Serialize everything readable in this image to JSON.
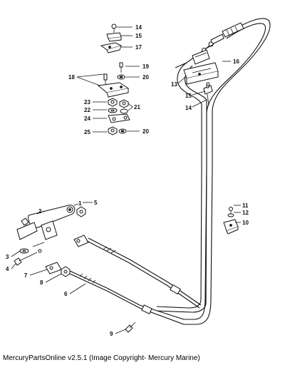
{
  "callouts": {
    "c1": "1",
    "c2": "2",
    "c3": "3",
    "c4": "4",
    "c5": "5",
    "c6": "6",
    "c7": "7",
    "c8": "8",
    "c9": "9",
    "c10": "10",
    "c11": "11",
    "c12": "12",
    "c13": "13",
    "c14a": "14",
    "c14b": "14",
    "c15a": "15",
    "c15b": "15",
    "c16": "16",
    "c17": "17",
    "c18": "18",
    "c19": "19",
    "c20a": "20",
    "c20b": "20",
    "c21": "21",
    "c22": "22",
    "c23": "23",
    "c24": "24",
    "c25": "25"
  },
  "caption": "MercuryPartsOnline v2.5.1 (Image Copyright- Mercury Marine)"
}
